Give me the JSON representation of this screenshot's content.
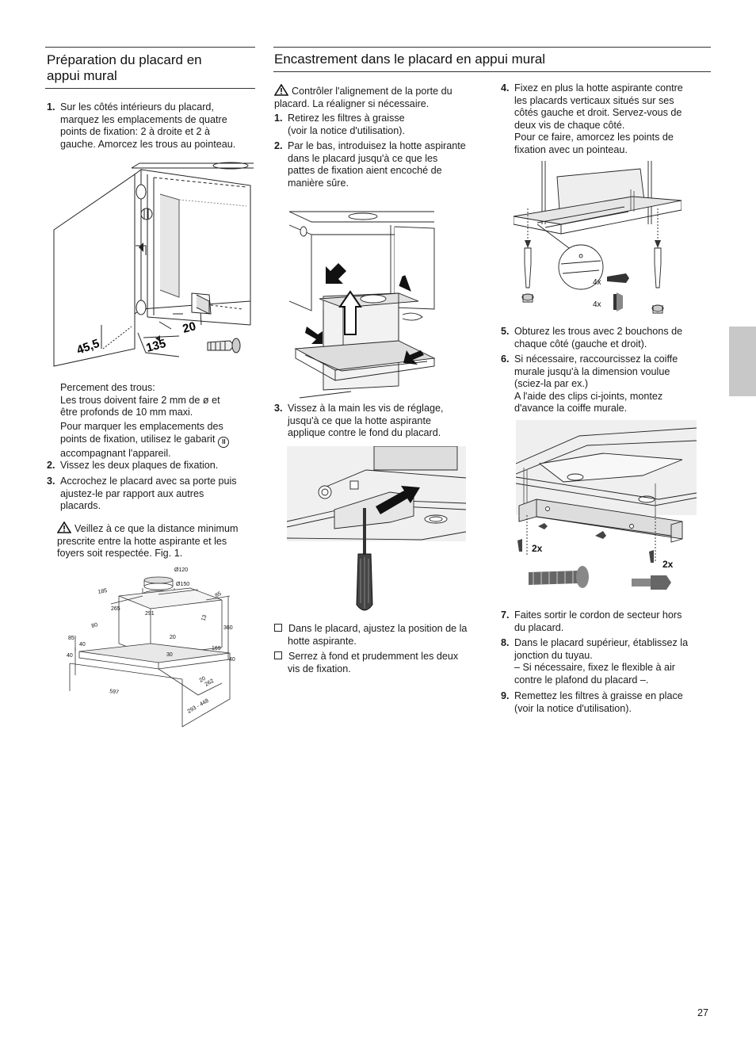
{
  "left": {
    "title_lines": [
      "Préparation du placard en",
      "appui mural"
    ],
    "step1": {
      "num": "1.",
      "lines": [
        "Sur les côtés intérieurs du placard,",
        "marquez les emplacements de quatre",
        "points de fixation: 2 à droite et 2 à",
        "gauche. Amorcez les trous au pointeau."
      ]
    },
    "fig1_labels": {
      "a": "45,5",
      "b": "135",
      "c": "20"
    },
    "drill_lines": [
      "Percement des trous:",
      "Les trous doivent faire 2 mm de ø et",
      "être profonds de 10 mm maxi."
    ],
    "template_lines": [
      "Pour marquer les emplacements des",
      "points de fixation, utilisez le gabarit",
      "accompagnant l'appareil."
    ],
    "template_symbol": "II",
    "step2": {
      "num": "2.",
      "lines": [
        "Vissez les deux plaques de fixation."
      ]
    },
    "step3": {
      "num": "3.",
      "lines": [
        "Accrochez le placard avec sa porte puis",
        "ajustez-le par rapport aux autres",
        "placards."
      ]
    },
    "warning_lines": [
      "Veillez à ce que la distance minimum",
      "prescrite entre la hotte aspirante et les",
      "foyers soit respectée. Fig. 1."
    ],
    "dims": {
      "d1": "Ø120",
      "d2": "Ø150",
      "d3": "185",
      "d4": "85",
      "d5": "265",
      "d6": "291",
      "d7": "13",
      "d8": "360",
      "d9": "80",
      "d10": "85",
      "d11": "40",
      "d12": "20",
      "d13": "30",
      "d14": "169",
      "d15": "40",
      "d16": "40",
      "d17": "20",
      "d18": "262",
      "d19": "597",
      "d20": "293 - 448"
    }
  },
  "right": {
    "title": "Encastrement dans le placard en appui mural",
    "warning_lines": [
      "Contrôler l'alignement de la porte du",
      "placard. La réaligner si nécessaire."
    ],
    "step1": {
      "num": "1.",
      "lines": [
        "Retirez les filtres à graisse",
        "(voir la notice d'utilisation)."
      ]
    },
    "step2": {
      "num": "2.",
      "lines": [
        "Par le bas, introduisez la hotte aspirante",
        "dans le placard jusqu'à ce que les",
        "pattes de fixation aient encoché de",
        "manière sûre."
      ]
    },
    "step3": {
      "num": "3.",
      "lines": [
        "Vissez à la main les vis de réglage,",
        "jusqu'à ce que la hotte aspirante",
        "applique contre le fond du placard."
      ]
    },
    "check1_lines": [
      "Dans le placard, ajustez la position de la",
      "hotte aspirante."
    ],
    "check2_lines": [
      "Serrez à fond et prudemment les deux",
      "vis de fixation."
    ],
    "step4": {
      "num": "4.",
      "lines": [
        "Fixez en plus la hotte aspirante contre",
        "les placards verticaux situés sur ses",
        "côtés gauche et droit. Servez-vous de",
        "deux vis de chaque côté.",
        "Pour ce faire, amorcez les points de",
        "fixation avec un pointeau."
      ]
    },
    "fig4_labels": {
      "screws": "4x",
      "plugs": "4x"
    },
    "step5": {
      "num": "5.",
      "lines": [
        "Obturez les trous avec 2 bouchons de",
        "chaque côté (gauche et droit)."
      ]
    },
    "step6": {
      "num": "6.",
      "lines": [
        "Si nécessaire, raccourcissez la coiffe",
        "murale jusqu'à la dimension voulue",
        "(sciez-la par ex.)",
        "A l'aide des clips ci-joints, montez",
        "d'avance la coiffe murale."
      ]
    },
    "fig6_labels": {
      "left": "2x",
      "right": "2x"
    },
    "step7": {
      "num": "7.",
      "lines": [
        "Faites sortir le cordon de secteur hors",
        "du placard."
      ]
    },
    "step8": {
      "num": "8.",
      "lines": [
        "Dans le placard supérieur, établissez la",
        "jonction du tuyau.",
        "– Si nécessaire, fixez le flexible à air",
        "contre le plafond du placard –."
      ]
    },
    "step9": {
      "num": "9.",
      "lines": [
        "Remettez les filtres à graisse en place",
        "(voir la notice d'utilisation)."
      ]
    }
  },
  "page_number": "27"
}
